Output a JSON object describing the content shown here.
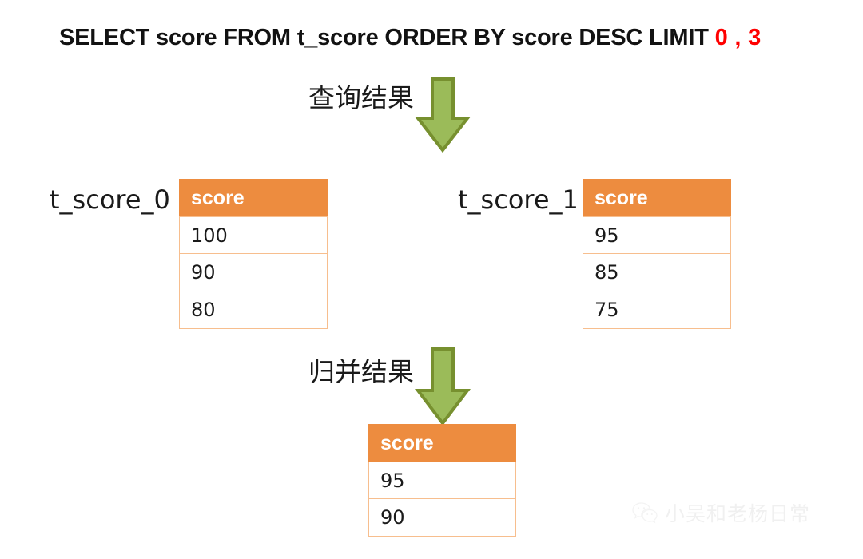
{
  "title": {
    "prefix": "SELECT score FROM t_score ORDER BY score DESC LIMIT ",
    "limit_offset": "0",
    "comma": " , ",
    "limit_count": "3",
    "full_text": "SELECT score FROM t_score ORDER BY score DESC LIMIT 0 , 3",
    "highlight_color": "#ff0000"
  },
  "flow": {
    "query_arrow": {
      "label": "查询结果",
      "icon": "down-arrow-icon",
      "fill_color": "#9BBB59",
      "stroke_color": "#77902F"
    },
    "merge_arrow": {
      "label": "归并结果",
      "icon": "down-arrow-icon",
      "fill_color": "#9BBB59",
      "stroke_color": "#77902F"
    }
  },
  "shard_tables": [
    {
      "name": "t_score_0",
      "column_header": "score",
      "rows": [
        "100",
        "90",
        "80"
      ]
    },
    {
      "name": "t_score_1",
      "column_header": "score",
      "rows": [
        "95",
        "85",
        "75"
      ]
    }
  ],
  "result_table": {
    "column_header": "score",
    "rows": [
      "95",
      "90"
    ]
  },
  "theme": {
    "header_bg": "#ED8C3F",
    "cell_border": "#F7BE8E",
    "header_text": "#ffffff"
  },
  "watermark": {
    "icon": "wechat-icon",
    "text": "小吴和老杨日常"
  }
}
